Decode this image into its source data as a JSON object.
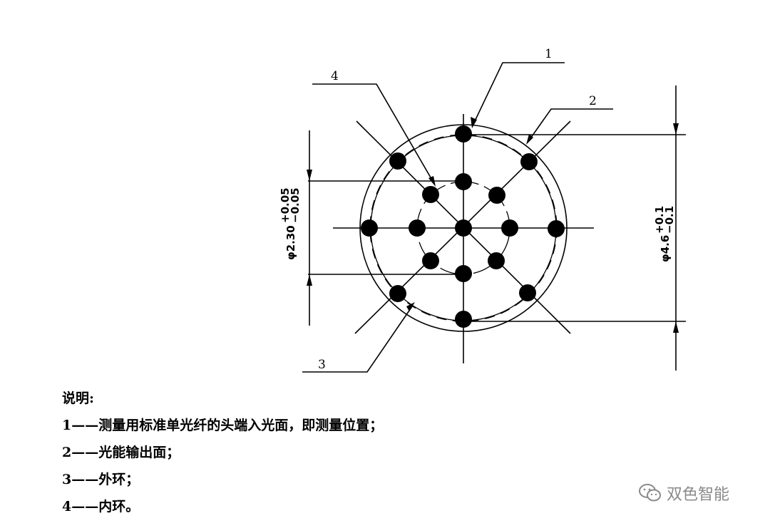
{
  "diagram": {
    "callouts": [
      "1",
      "2",
      "3",
      "4"
    ],
    "inner_dimension": "φ2.30",
    "inner_tol_upper": "+0.05",
    "inner_tol_lower": "−0.05",
    "outer_dimension": "φ4.6",
    "outer_tol_upper": "+0.1",
    "outer_tol_lower": "−0.1"
  },
  "legend": {
    "title": "说明:",
    "items": [
      "1——测量用标准单光纤的头端入光面，即测量位置；",
      "2——光能输出面；",
      "3——外环；",
      "4——内环。"
    ]
  },
  "watermark": {
    "icon": "wechat-icon",
    "text": "双色智能"
  }
}
